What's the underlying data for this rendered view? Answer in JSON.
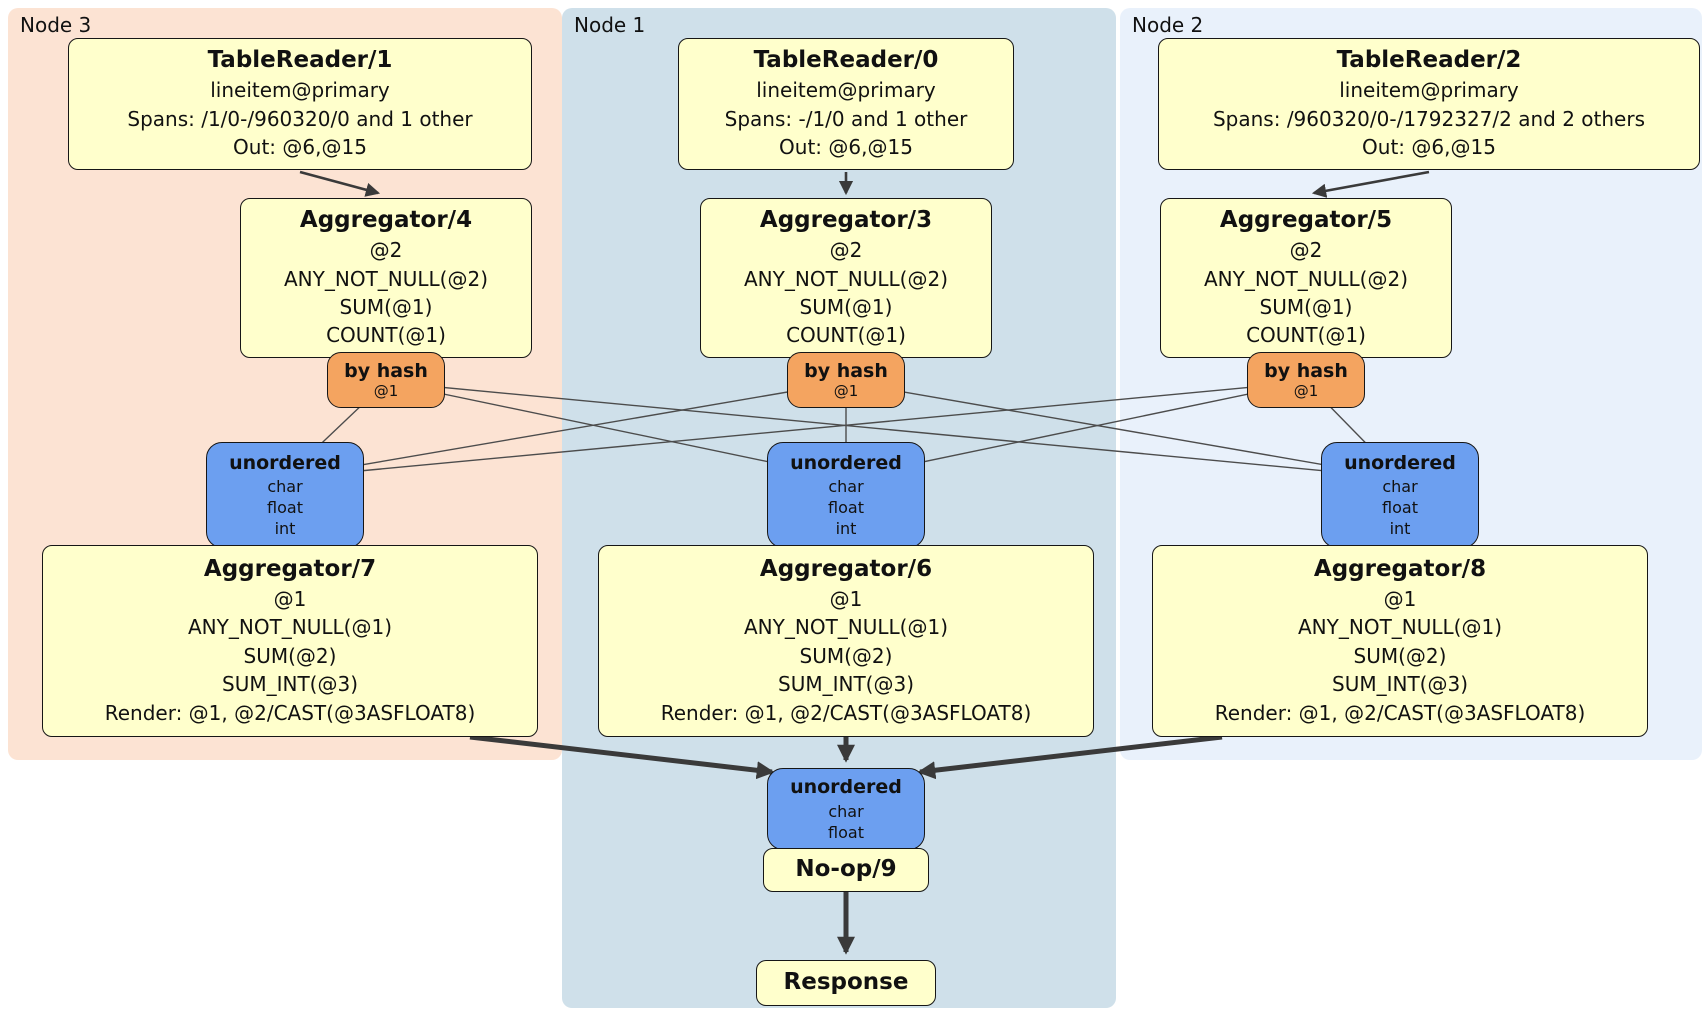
{
  "panels": {
    "node3": {
      "label": "Node 3"
    },
    "node1": {
      "label": "Node 1"
    },
    "node2": {
      "label": "Node 2"
    }
  },
  "processors": {
    "tr1": {
      "title": "TableReader/1",
      "lines": [
        "lineitem@primary",
        "Spans: /1/0-/960320/0 and 1 other",
        "Out: @6,@15"
      ]
    },
    "tr0": {
      "title": "TableReader/0",
      "lines": [
        "lineitem@primary",
        "Spans: -/1/0 and 1 other",
        "Out: @6,@15"
      ]
    },
    "tr2": {
      "title": "TableReader/2",
      "lines": [
        "lineitem@primary",
        "Spans: /960320/0-/1792327/2 and 2 others",
        "Out: @6,@15"
      ]
    },
    "agg4": {
      "title": "Aggregator/4",
      "lines": [
        "@2",
        "ANY_NOT_NULL(@2)",
        "SUM(@1)",
        "COUNT(@1)"
      ]
    },
    "agg3": {
      "title": "Aggregator/3",
      "lines": [
        "@2",
        "ANY_NOT_NULL(@2)",
        "SUM(@1)",
        "COUNT(@1)"
      ]
    },
    "agg5": {
      "title": "Aggregator/5",
      "lines": [
        "@2",
        "ANY_NOT_NULL(@2)",
        "SUM(@1)",
        "COUNT(@1)"
      ]
    },
    "agg7": {
      "title": "Aggregator/7",
      "lines": [
        "@1",
        "ANY_NOT_NULL(@1)",
        "SUM(@2)",
        "SUM_INT(@3)",
        "Render: @1, @2/CAST(@3ASFLOAT8)"
      ]
    },
    "agg6": {
      "title": "Aggregator/6",
      "lines": [
        "@1",
        "ANY_NOT_NULL(@1)",
        "SUM(@2)",
        "SUM_INT(@3)",
        "Render: @1, @2/CAST(@3ASFLOAT8)"
      ]
    },
    "agg8": {
      "title": "Aggregator/8",
      "lines": [
        "@1",
        "ANY_NOT_NULL(@1)",
        "SUM(@2)",
        "SUM_INT(@3)",
        "Render: @1, @2/CAST(@3ASFLOAT8)"
      ]
    },
    "noop": {
      "title": "No-op/9"
    },
    "response": {
      "title": "Response"
    }
  },
  "routers": {
    "hash_node3": {
      "title": "by hash",
      "sub": "@1"
    },
    "hash_node1": {
      "title": "by hash",
      "sub": "@1"
    },
    "hash_node2": {
      "title": "by hash",
      "sub": "@1"
    }
  },
  "syncs": {
    "un_node3": {
      "title": "unordered",
      "lines": [
        "char",
        "float",
        "int"
      ]
    },
    "un_node1": {
      "title": "unordered",
      "lines": [
        "char",
        "float",
        "int"
      ]
    },
    "un_node2": {
      "title": "unordered",
      "lines": [
        "char",
        "float",
        "int"
      ]
    },
    "un_final": {
      "title": "unordered",
      "lines": [
        "char",
        "float"
      ]
    }
  },
  "colors": {
    "panel_node3": "#fce3d3",
    "panel_node1": "#cfe0ea",
    "panel_node2": "#e9f1fb",
    "processor_fill": "#ffffcc",
    "router_fill": "#f4a460",
    "sync_fill": "#6c9ff0",
    "edge": "#3a3a3a"
  }
}
